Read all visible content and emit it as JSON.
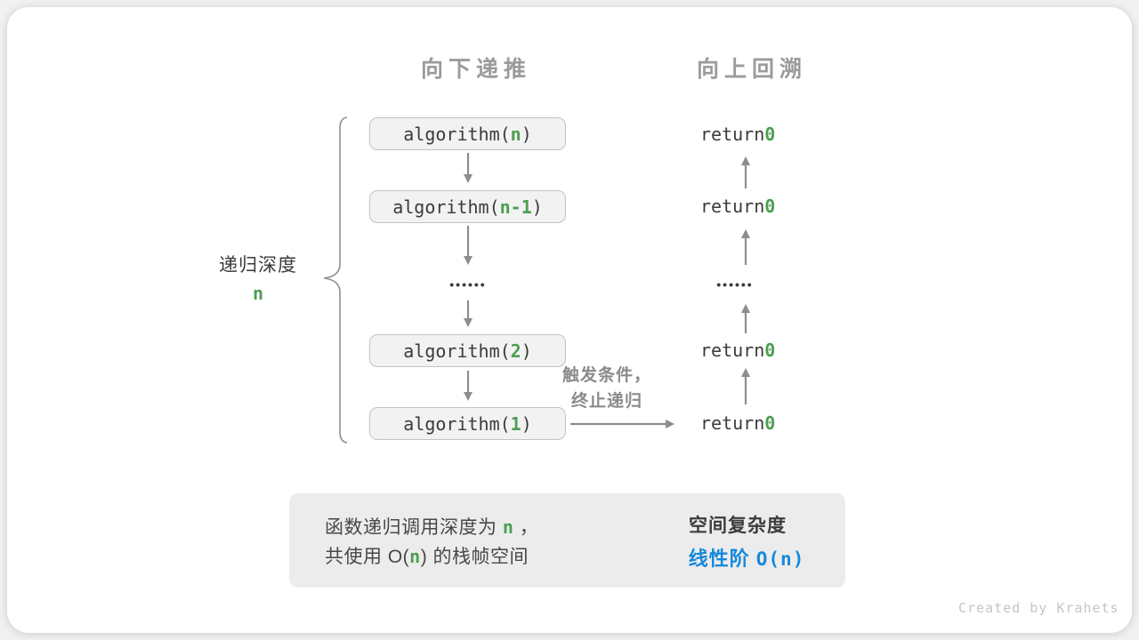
{
  "header": {
    "left": "向下递推",
    "right": "向上回溯"
  },
  "depth_label": {
    "text": "递归深度",
    "var": "n"
  },
  "recursion": {
    "calls": [
      {
        "pre": "algorithm(",
        "arg": "n",
        "post": ")"
      },
      {
        "pre": "algorithm(",
        "arg": "n-1",
        "post": ")"
      },
      {
        "pre": "algorithm(",
        "arg": "2",
        "post": ")"
      },
      {
        "pre": "algorithm(",
        "arg": "1",
        "post": ")"
      }
    ],
    "dots": "••••••",
    "returns": [
      {
        "pre": "return ",
        "val": "0"
      },
      {
        "pre": "return ",
        "val": "0"
      },
      {
        "pre": "return ",
        "val": "0"
      },
      {
        "pre": "return ",
        "val": "0"
      }
    ],
    "trigger": {
      "line1": "触发条件，",
      "line2": "终止递归"
    }
  },
  "summary": {
    "left_line1": {
      "pre": "函数递归调用深度为 ",
      "var": "n",
      "post": " ，"
    },
    "left_line2": {
      "pre": "共使用 O(",
      "var": "n",
      "post": ") 的栈帧空间"
    },
    "right_title": "空间复杂度",
    "right_result_text": "线性阶 ",
    "right_result_formula": "O(n)"
  },
  "credit": "Created by Krahets",
  "colors": {
    "accent_green": "#4c9e52",
    "accent_blue": "#1689dc",
    "gray_text": "#9b9b9b",
    "arrow_gray": "#8d8d8d",
    "box_fill": "#f2f2f2",
    "box_border": "#c3c3c3",
    "panel_fill": "#ececec"
  }
}
